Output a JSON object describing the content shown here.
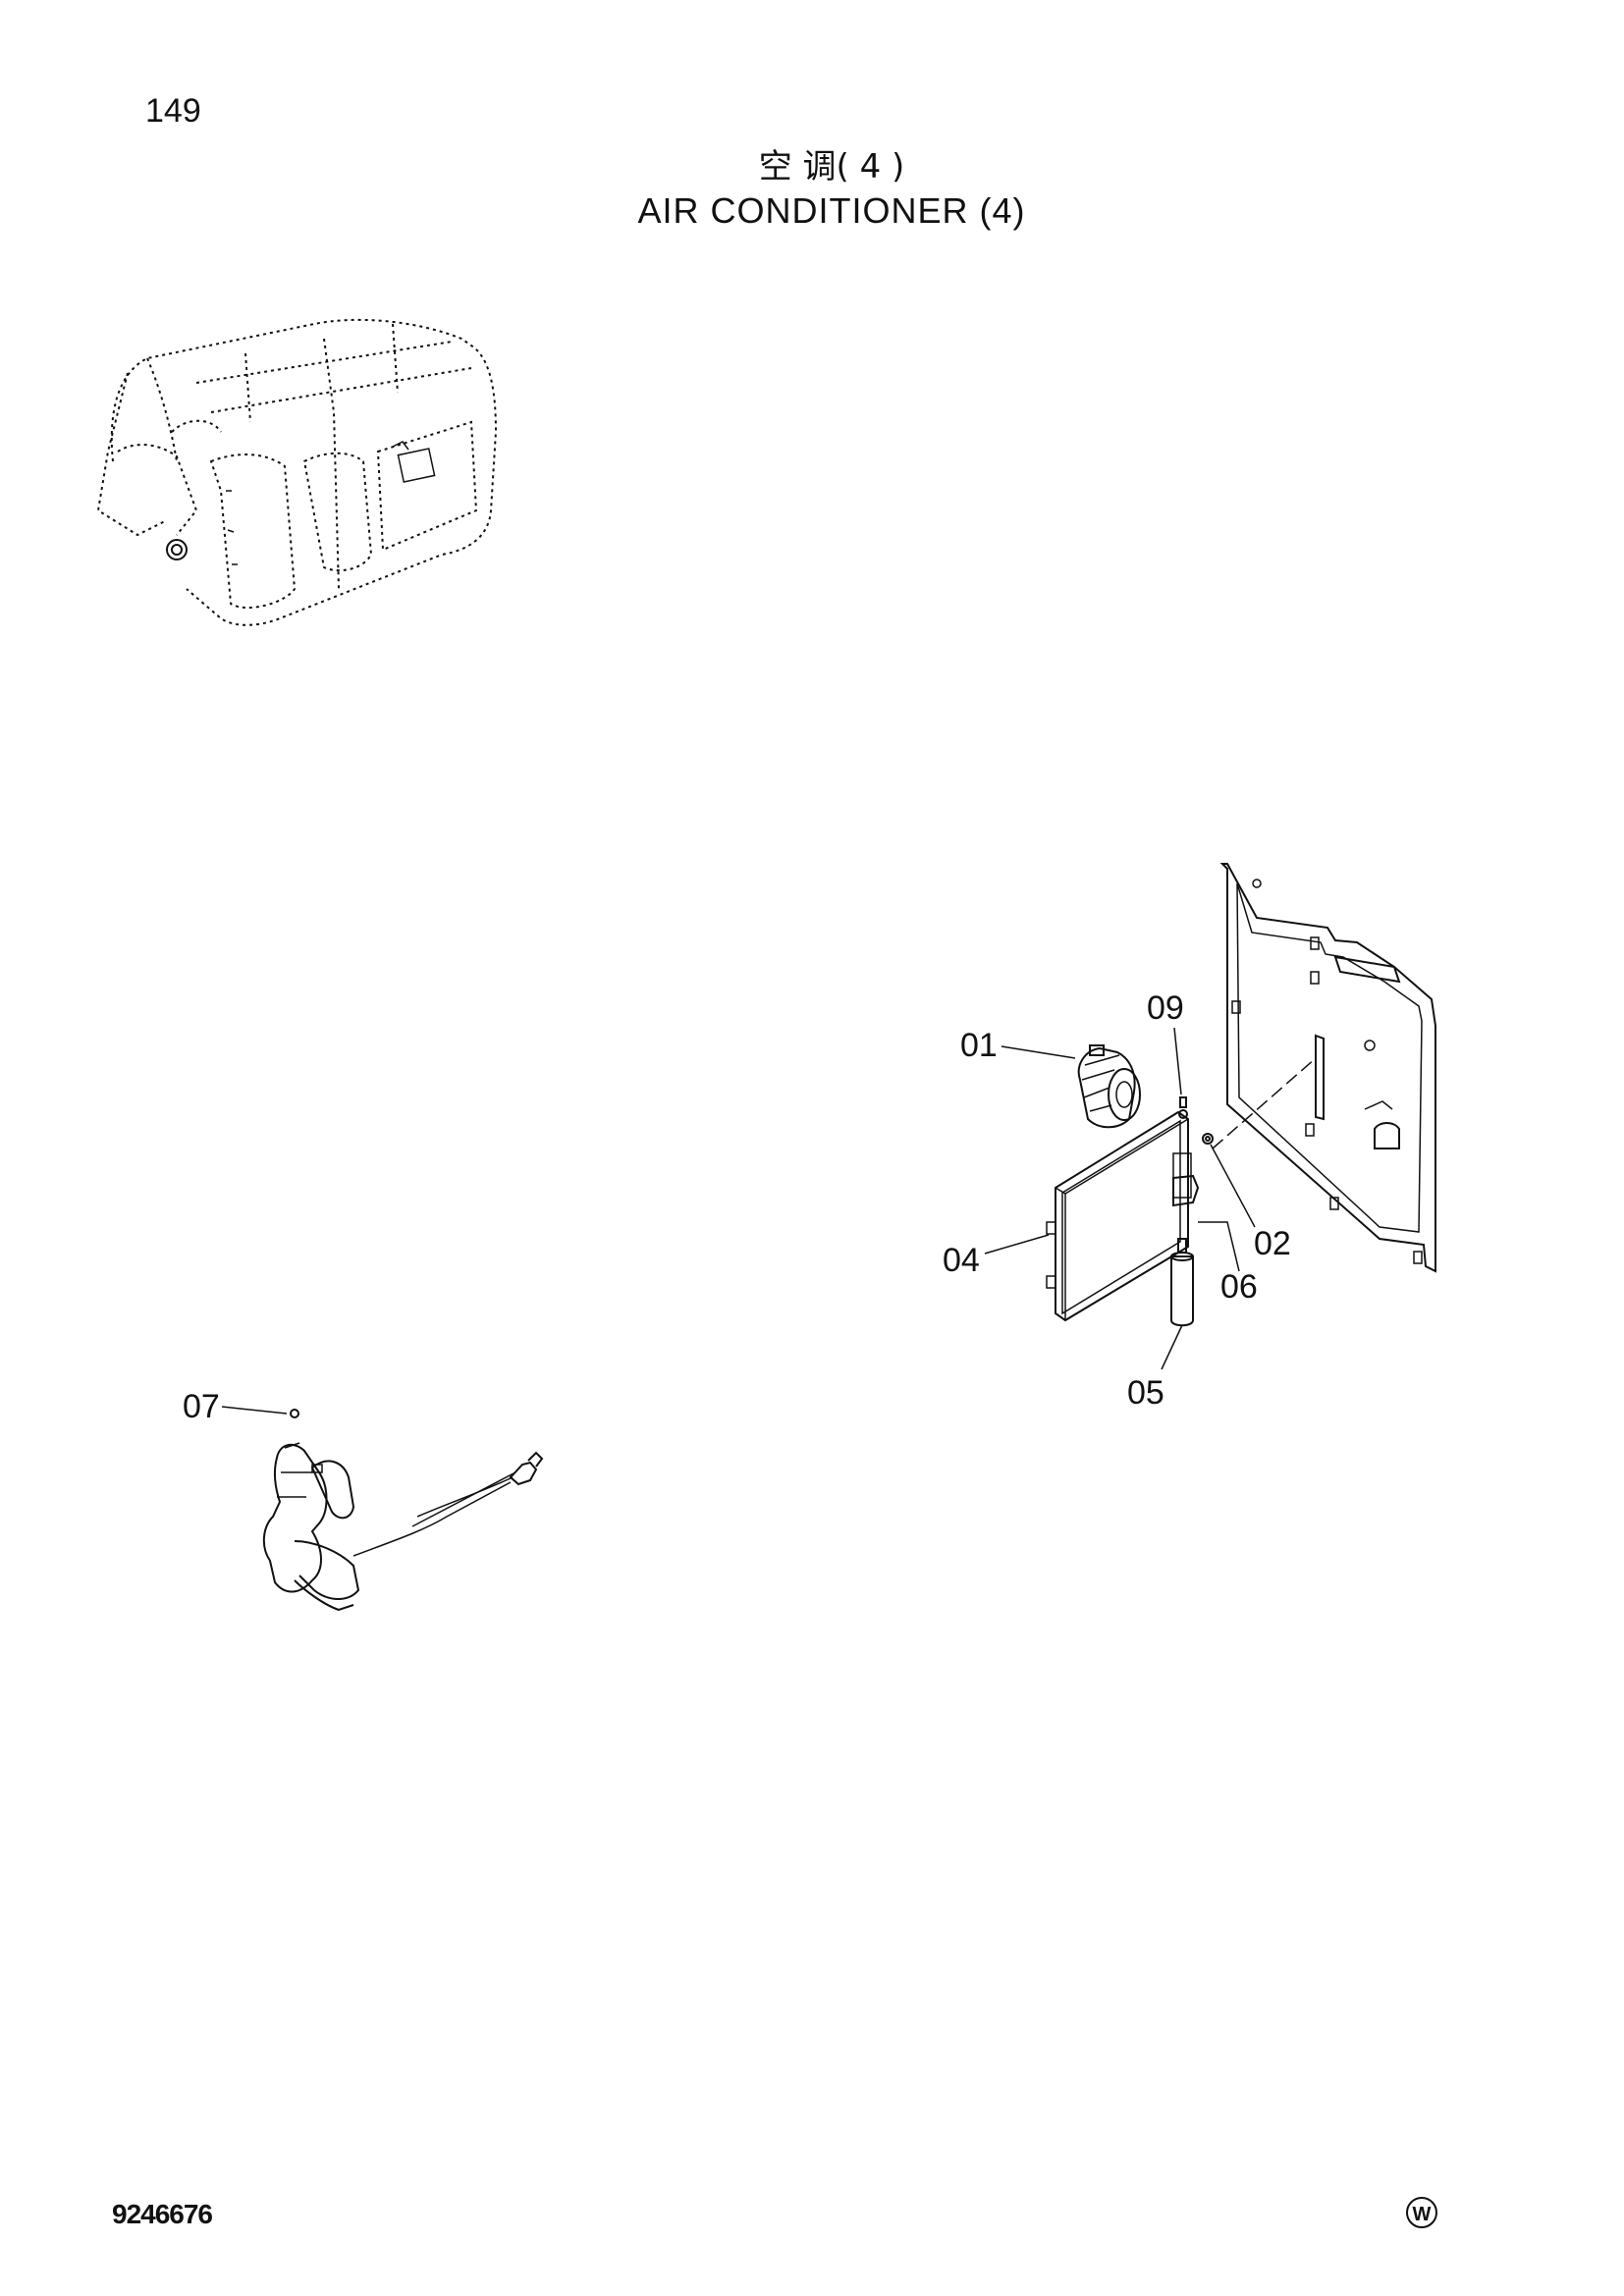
{
  "header": {
    "page_number": "149",
    "title_cn": "空 调( 4 )",
    "title_en": "AIR CONDITIONER (4)"
  },
  "callouts": {
    "c01": "01",
    "c02": "02",
    "c04": "04",
    "c05": "05",
    "c06": "06",
    "c07": "07",
    "c09": "09"
  },
  "footer": {
    "drawing_code": "9246676",
    "mark": "W"
  }
}
